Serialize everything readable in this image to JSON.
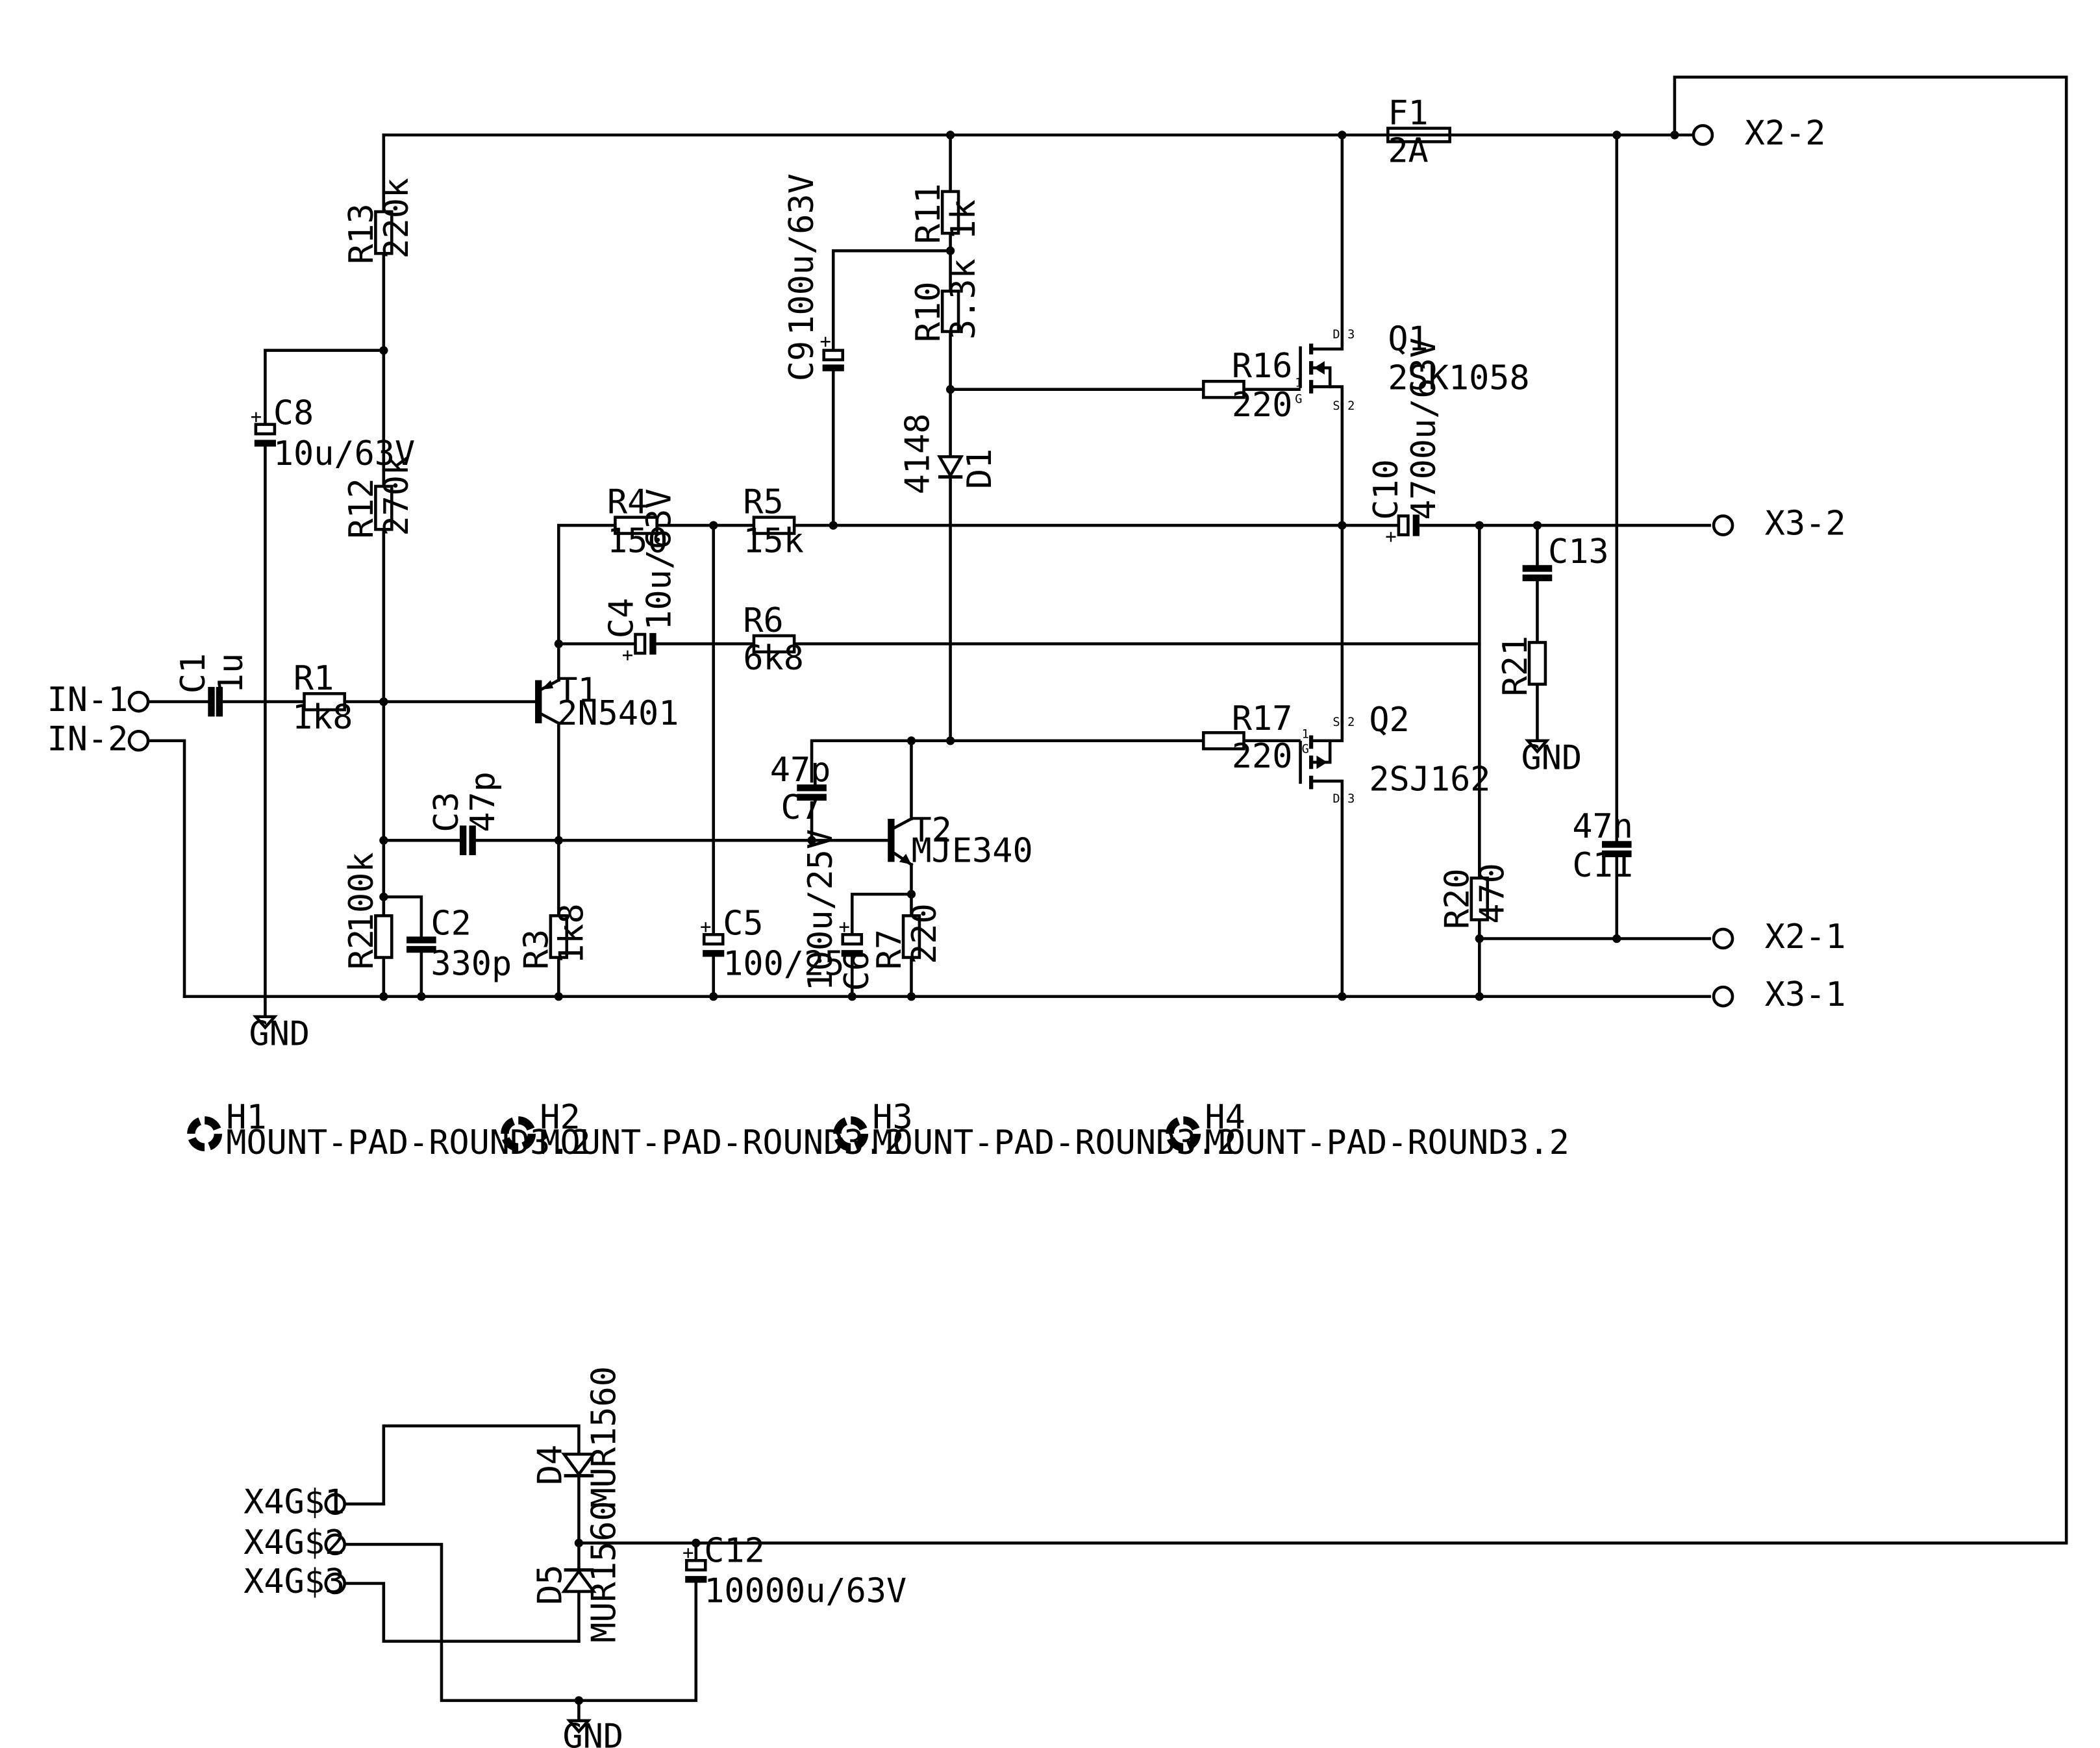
{
  "components": {
    "R1": {
      "name": "R1",
      "value": "1k8"
    },
    "R2": {
      "name": "R2",
      "value": "100k"
    },
    "R3": {
      "name": "R3",
      "value": "1k8"
    },
    "R4": {
      "name": "R4",
      "value": "150"
    },
    "R5": {
      "name": "R5",
      "value": "15k"
    },
    "R6": {
      "name": "R6",
      "value": "6k8"
    },
    "R7": {
      "name": "R7",
      "value": "220"
    },
    "R10": {
      "name": "R10",
      "value": "3.3k"
    },
    "R11": {
      "name": "R11",
      "value": "1k"
    },
    "R12": {
      "name": "R12",
      "value": "270k"
    },
    "R13": {
      "name": "R13",
      "value": "220k"
    },
    "R16": {
      "name": "R16",
      "value": "220"
    },
    "R17": {
      "name": "R17",
      "value": "220"
    },
    "R20": {
      "name": "R20",
      "value": "470"
    },
    "R21": {
      "name": "R21"
    },
    "C1": {
      "name": "C1",
      "value": "1u"
    },
    "C2": {
      "name": "C2",
      "value": "330p"
    },
    "C3": {
      "name": "C3",
      "value": "47p"
    },
    "C4": {
      "name": "C4",
      "value": "10u/63V"
    },
    "C5": {
      "name": "C5",
      "value": "100/25"
    },
    "C6": {
      "name": "C6",
      "value": "100u/25V"
    },
    "C7": {
      "name": "C7",
      "value": "47p"
    },
    "C8": {
      "name": "C8",
      "value": "10u/63V"
    },
    "C9": {
      "name": "C9",
      "value": "100u/63V"
    },
    "C10": {
      "name": "C10",
      "value": "4700u/63V"
    },
    "C11": {
      "name": "C11",
      "value": "47n"
    },
    "C12": {
      "name": "C12",
      "value": "10000u/63V"
    },
    "C13": {
      "name": "C13"
    },
    "D1": {
      "name": "D1",
      "value": "4148"
    },
    "D4": {
      "name": "D4",
      "value": "MUR1560"
    },
    "D5": {
      "name": "D5",
      "value": "MUR1560"
    },
    "F1": {
      "name": "F1",
      "value": "2A"
    },
    "T1": {
      "name": "T1",
      "value": "2N5401"
    },
    "T2": {
      "name": "T2",
      "value": "MJE340"
    },
    "Q1": {
      "name": "Q1",
      "value": "2SK1058"
    },
    "Q2": {
      "name": "Q2",
      "value": "2SJ162"
    }
  },
  "connectors": {
    "in1": "IN-1",
    "in2": "IN-2",
    "x2_2": "X2-2",
    "x3_2": "X3-2",
    "x2_1": "X2-1",
    "x3_1": "X3-1",
    "x4_1": "X4G$1",
    "x4_2": "X4G$2",
    "x4_3": "X4G$3"
  },
  "mount_holes": [
    {
      "name": "H1",
      "value": "MOUNT-PAD-ROUND3.2"
    },
    {
      "name": "H2",
      "value": "MOUNT-PAD-ROUND3.2"
    },
    {
      "name": "H3",
      "value": "MOUNT-PAD-ROUND3.2"
    },
    {
      "name": "H4",
      "value": "MOUNT-PAD-ROUND3.2"
    }
  ],
  "gnd_label": "GND",
  "mosfet_pins": {
    "d": "D",
    "g": "G",
    "s": "S",
    "n1": "1",
    "n2": "2",
    "n3": "3"
  }
}
